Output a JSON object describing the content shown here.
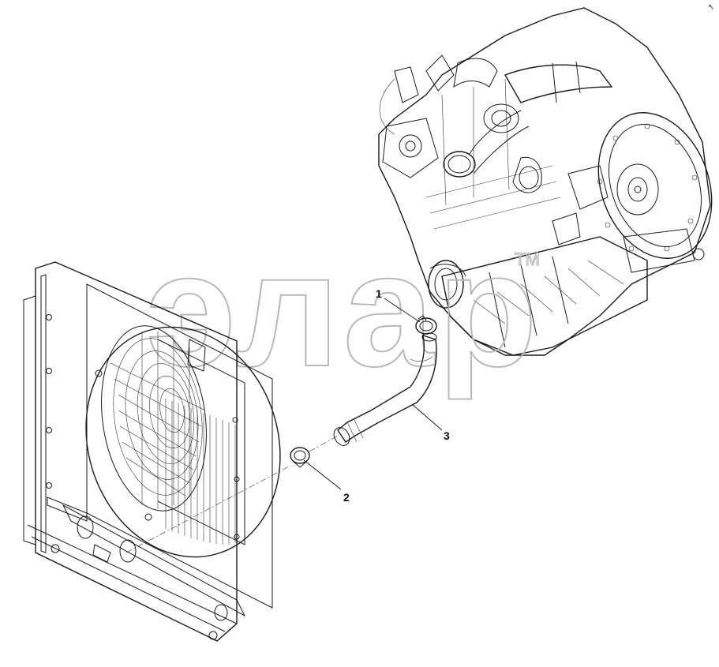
{
  "watermark": {
    "text": "элар",
    "trademark": "TM"
  },
  "callouts": [
    {
      "label": "1"
    },
    {
      "label": "2"
    },
    {
      "label": "3"
    }
  ],
  "corner_mark": "↖"
}
